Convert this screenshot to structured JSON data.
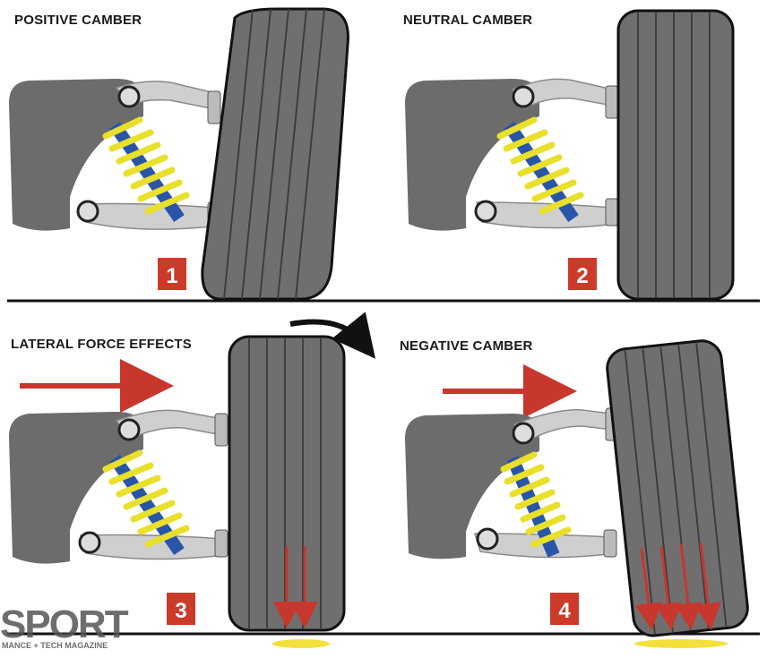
{
  "panels": [
    {
      "title": "POSITIVE CAMBER",
      "badge": "1",
      "force_arrow": false,
      "down_arrows": 0,
      "contact_patch": false
    },
    {
      "title": "NEUTRAL CAMBER",
      "badge": "2",
      "force_arrow": false,
      "down_arrows": 0,
      "contact_patch": false
    },
    {
      "title": "LATERAL FORCE EFFECTS",
      "badge": "3",
      "force_arrow": true,
      "down_arrows": 2,
      "contact_patch": true
    },
    {
      "title": "NEGATIVE CAMBER",
      "badge": "4",
      "force_arrow": true,
      "down_arrows": 4,
      "contact_patch": true
    }
  ],
  "watermark": {
    "big": "SPORT",
    "small": "MANCE + TECH MAGAZINE"
  },
  "colors": {
    "badge": "#cc3b2a",
    "arrow": "#c8372d",
    "tire": "#6f6f70",
    "tire_outline": "#111111",
    "spring": "#e8e02a",
    "damper": "#2855a8",
    "knuckle": "#6c6c6c",
    "arm": "#cfcfcf",
    "patch": "#f3e03a"
  }
}
